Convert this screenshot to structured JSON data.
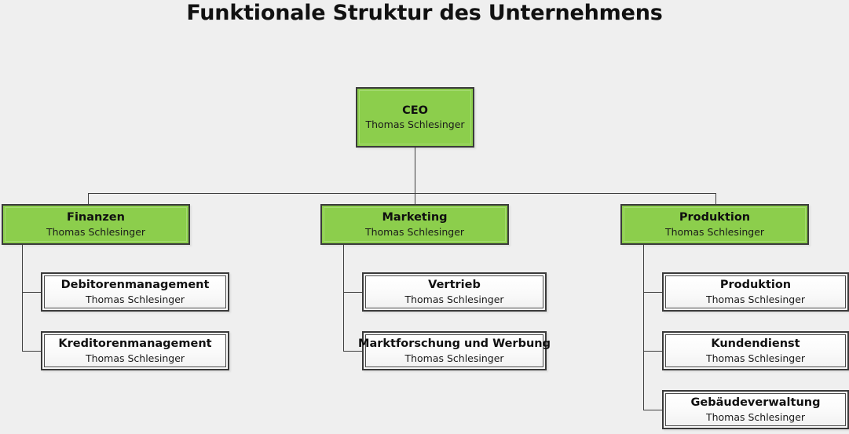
{
  "title": "Funktionale Struktur des Unternehmens",
  "colors": {
    "background": "#efefef",
    "manager_fill": "#8cce4c",
    "leaf_fill": "#fbfbfb",
    "border": "#3a3a3a",
    "connector": "#3f3f3f",
    "text": "#101010"
  },
  "org": {
    "root": {
      "title": "CEO",
      "person": "Thomas Schlesinger"
    },
    "divisions": [
      {
        "title": "Finanzen",
        "person": "Thomas Schlesinger",
        "children": [
          {
            "title": "Debitorenmanagement",
            "person": "Thomas Schlesinger"
          },
          {
            "title": "Kreditorenmanagement",
            "person": "Thomas Schlesinger"
          }
        ]
      },
      {
        "title": "Marketing",
        "person": "Thomas Schlesinger",
        "children": [
          {
            "title": "Vertrieb",
            "person": "Thomas Schlesinger"
          },
          {
            "title": "Marktforschung und Werbung",
            "person": "Thomas Schlesinger"
          }
        ]
      },
      {
        "title": "Produktion",
        "person": "Thomas Schlesinger",
        "children": [
          {
            "title": "Produktion",
            "person": "Thomas Schlesinger"
          },
          {
            "title": "Kundendienst",
            "person": "Thomas Schlesinger"
          },
          {
            "title": "Gebäudeverwaltung",
            "person": "Thomas Schlesinger"
          }
        ]
      }
    ]
  }
}
